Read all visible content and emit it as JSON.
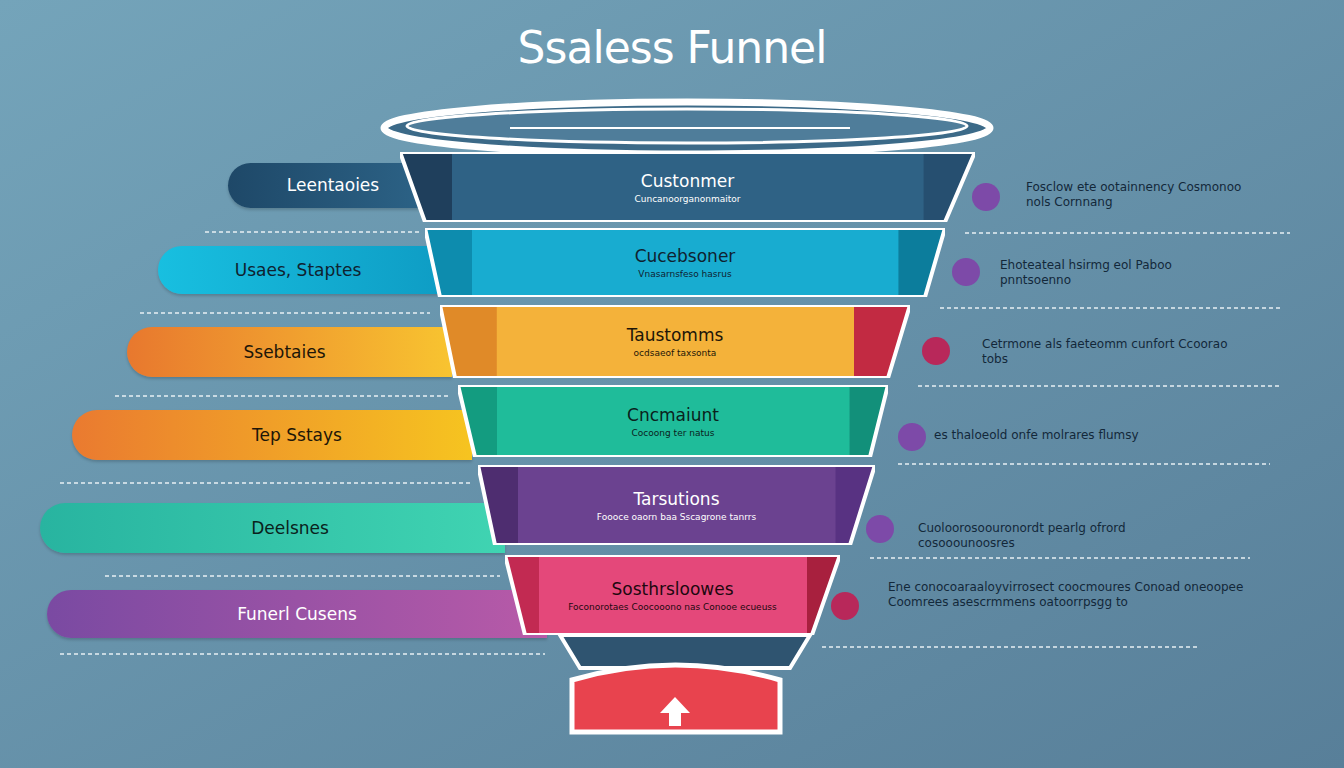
{
  "diagram": {
    "title": "Ssaless Funnel",
    "nodes": [
      {
        "text": [
          "Custonmer",
          "Cuncanoorganonmaitor"
        ]
      },
      {
        "text": [
          "Cucebsoner",
          "Vnasarnsfeso hasrus"
        ]
      },
      {
        "text": [
          "Taustomms",
          "ocdsaeof taxsonta"
        ]
      },
      {
        "text": [
          "Cncmaiunt",
          "Cocoong ter natus"
        ]
      },
      {
        "text": [
          "Tarsutions",
          "Foooce oaorn baa Sscagrone tanrrs"
        ]
      },
      {
        "text": [
          "Sosthrsloowes",
          "Foconorotaes Coocooono nas Conooe ecueuss"
        ]
      },
      {
        "text": [
          "Leentaoies"
        ]
      },
      {
        "text": [
          "Usaes, Staptes"
        ]
      },
      {
        "text": [
          "Ssebtaies"
        ]
      },
      {
        "text": [
          "Tep Sstays"
        ]
      },
      {
        "text": [
          "Deelsnes"
        ]
      },
      {
        "text": [
          "Funerl Cusens"
        ]
      }
    ],
    "labels": [
      "Fosclow ete ootainnency Cosmonoo nols Cornnang",
      "Ehoteateal hsirmg eol Paboo pnntsoenno",
      "Cetrmone als faeteomm cunfort Ccoorao tobs",
      "es thaloeold onfe molrares flumsy",
      "Cuoloorosoouronordt pearlg ofrord cosooounoosres",
      "Ene conocoaraaloyvirrosect coocmoures Conoad oneoopee Coomrees asescrmmens oatoorrpsgg to"
    ]
  }
}
